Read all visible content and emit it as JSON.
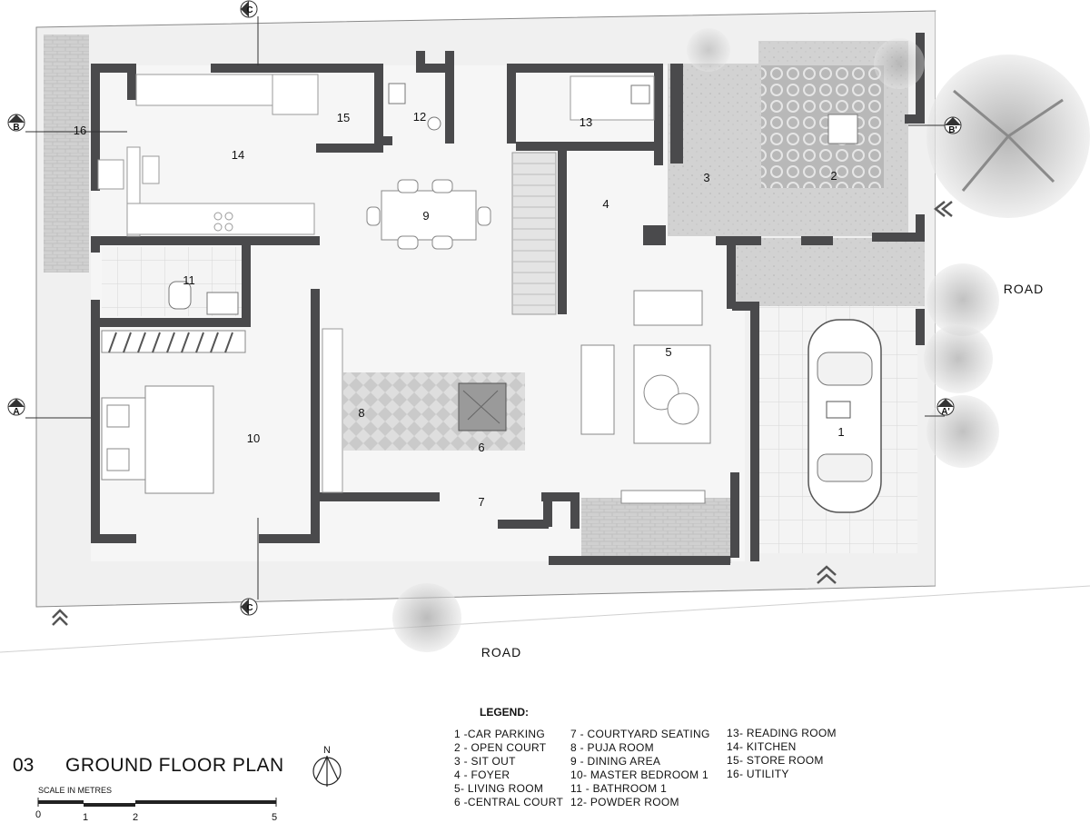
{
  "rooms": {
    "r1": "1",
    "r2": "2",
    "r3": "3",
    "r4": "4",
    "r5": "5",
    "r6": "6",
    "r7": "7",
    "r8": "8",
    "r9": "9",
    "r10": "10",
    "r11": "11",
    "r12": "12",
    "r13": "13",
    "r14": "14",
    "r15": "15",
    "r16": "16"
  },
  "roads": {
    "right": "ROAD",
    "bottom": "ROAD"
  },
  "section_markers": {
    "c_top": "C",
    "c_bottom": "C",
    "b_left": "B",
    "b_right": "B'",
    "a_left": "A",
    "a_right": "A'"
  },
  "title": {
    "number": "03",
    "text": "GROUND FLOOR PLAN"
  },
  "north_label": "N",
  "scale": {
    "label": "SCALE IN METRES",
    "ticks": [
      "0",
      "1",
      "2",
      "5"
    ]
  },
  "legend": {
    "heading": "LEGEND:",
    "items": [
      "1 -CAR PARKING",
      "2 - OPEN COURT",
      "3 - SIT OUT",
      "4 - FOYER",
      "5- LIVING ROOM",
      "6 -CENTRAL COURT",
      "7 - COURTYARD SEATING",
      "8 - PUJA ROOM",
      "9 - DINING AREA",
      "10- MASTER BEDROOM 1",
      "11 - BATHROOM 1",
      "12- POWDER ROOM",
      "13- READING ROOM",
      "14- KITCHEN",
      "15- STORE ROOM",
      "16- UTILITY"
    ]
  },
  "colors": {
    "wall": "#4a4a4c",
    "floor": "#f2f2f2",
    "paving": "#d9d9d9",
    "tree": "#9a9a9a"
  }
}
